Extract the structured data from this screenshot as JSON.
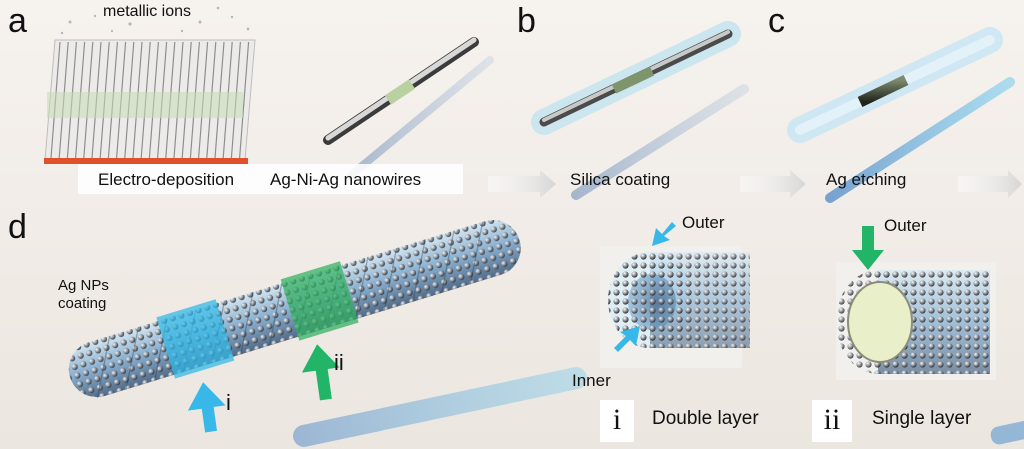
{
  "panels": {
    "a": {
      "letter": "a",
      "metallic_ions": "metallic ions",
      "electro_deposition": "Electro-deposition",
      "nanowires": "Ag-Ni-Ag nanowires"
    },
    "b": {
      "letter": "b",
      "caption": "Silica coating"
    },
    "c": {
      "letter": "c",
      "caption": "Ag etching"
    },
    "d": {
      "letter": "d",
      "np_coating_line1": "Ag NPs",
      "np_coating_line2": "coating",
      "arrow_i": "i",
      "arrow_ii": "ii"
    },
    "detail_i": {
      "outer": "Outer",
      "inner": "Inner",
      "numeral": "i",
      "caption": "Double layer"
    },
    "detail_ii": {
      "outer": "Outer",
      "numeral": "ii",
      "caption": "Single layer"
    }
  },
  "colors": {
    "ni_segment": "#b9d1a0",
    "electrode": "#e0502a",
    "silica_shell": "#bfe3f2",
    "arrow_cyan": "#38b8e8",
    "arrow_green": "#22b467",
    "marker_cyan": "#2fb7e6",
    "marker_green": "#2fae5e"
  }
}
